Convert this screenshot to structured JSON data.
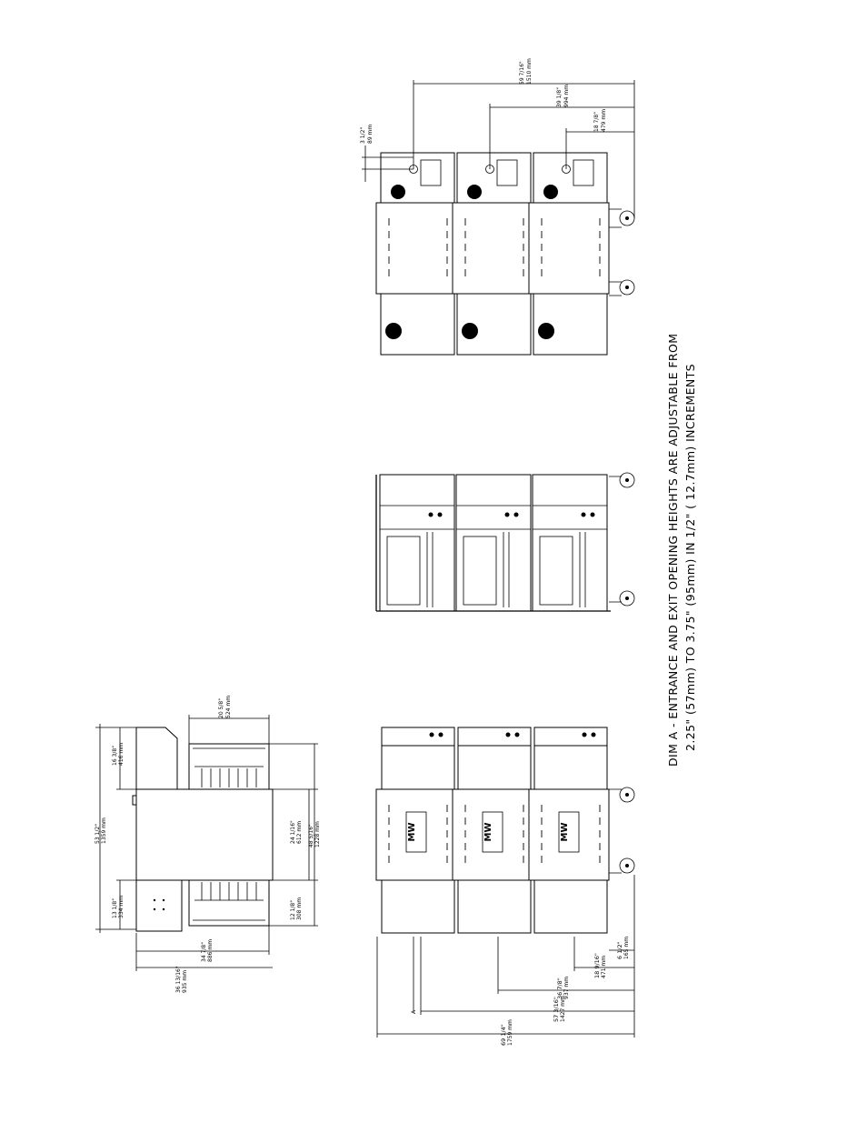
{
  "dimensions": {
    "top_overall": {
      "imperial": "59 7/16\"",
      "metric": "1510 mm"
    },
    "top_middle": {
      "imperial": "39 1/8\"",
      "metric": "994 mm"
    },
    "top_right": {
      "imperial": "18 7/8\"",
      "metric": "479 mm"
    },
    "top_offset": {
      "imperial": "3 1/2\"",
      "metric": "89 mm"
    },
    "side_top_width": {
      "imperial": "20 5/8\"",
      "metric": "524 mm"
    },
    "side_upper": {
      "imperial": "16 3/8\"",
      "metric": "416 mm"
    },
    "side_height": {
      "imperial": "53 1/2\"",
      "metric": "1359 mm"
    },
    "side_lower": {
      "imperial": "13 1/8\"",
      "metric": "334 mm"
    },
    "side_mid": {
      "imperial": "24 1/16\"",
      "metric": "612 mm"
    },
    "side_right": {
      "imperial": "48 5/16\"",
      "metric": "1228 mm"
    },
    "side_low_mid": {
      "imperial": "12 1/8\"",
      "metric": "308 mm"
    },
    "side_bottom_a": {
      "imperial": "34 7/8\"",
      "metric": "886 mm"
    },
    "side_bottom_b": {
      "imperial": "36 13/16\"",
      "metric": "935 mm"
    },
    "front_small": {
      "imperial": "6 1/2\"",
      "metric": "165 mm"
    },
    "front_a": {
      "imperial": "18 9/16\"",
      "metric": "471 mm"
    },
    "front_b": {
      "imperial": "36 7/8\"",
      "metric": "937 mm"
    },
    "front_c": {
      "imperial": "57 3/16\"",
      "metric": "1427 mm"
    },
    "front_overall": {
      "imperial": "69 1/4\"",
      "metric": "1759 mm"
    },
    "dim_a_label": "A"
  },
  "logo_text": "MW",
  "note": {
    "line1": "DIM A   -  ENTRANCE AND EXIT OPENING HEIGHTS ARE ADJUSTABLE FROM",
    "line2": "2.25\" (57mm) TO 3.75\" (95mm) IN 1/2\" ( 12.7mm) INCREMENTS"
  }
}
